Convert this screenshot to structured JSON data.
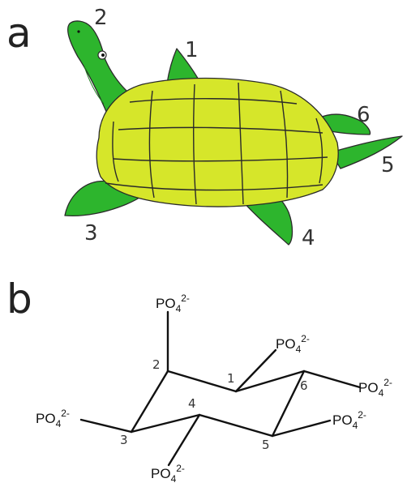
{
  "panel_a": {
    "label": "a",
    "limb_labels": [
      "1",
      "2",
      "3",
      "4",
      "5",
      "6"
    ]
  },
  "panel_b": {
    "label": "b",
    "carbon_labels": [
      "1",
      "2",
      "3",
      "4",
      "5",
      "6"
    ],
    "group": {
      "base": "PO",
      "subscript": "4",
      "superscript": "2-"
    }
  },
  "colors": {
    "skin": "#2db52d",
    "shell": "#d6e62a",
    "outline": "#2a2a2a"
  }
}
